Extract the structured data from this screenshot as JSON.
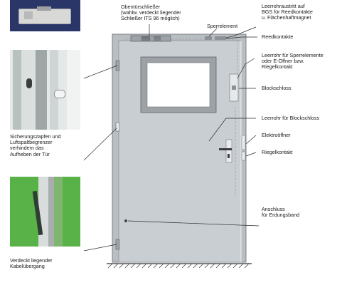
{
  "labels": {
    "top_closer": "Obentürschließer\n(wahlw. verdeckt liegender\nSchließer ITS 96 möglich)",
    "sperrelement": "Sperrelement",
    "leerrohraustritt": "Leerrohraustritt auf\nBGS für Reedkontakte\nu. Flächenhaftmagnet",
    "reedkontakte": "Reedkontakte",
    "leerrohr_sperrelemente": "Leerrohr für Sperrelemente\noder E-Öffner bzw.\nRiegelkontakt",
    "blockschloss": "Blockschloss",
    "leerrohr_blockschloss": "Leerrohr für Blockschloss",
    "elektrooeffner": "Elektroöffner",
    "riegelkontakt": "Riegelkontakt",
    "anschluss": "Anschluss\nfür Erdungsband",
    "sicherungszapfen": "Sicherungszapfen und\nLuftspaltbegrenzer\nverhindern das\nAufheben der Tür",
    "kabeluebergang": "Verdeckt liegender\nKabelübergang"
  },
  "colors": {
    "door": "#c9ced2",
    "frame": "#b9bec3",
    "photo_blue": "#2a3568",
    "photo_green": "#58b248",
    "line": "#2b2b2b"
  }
}
